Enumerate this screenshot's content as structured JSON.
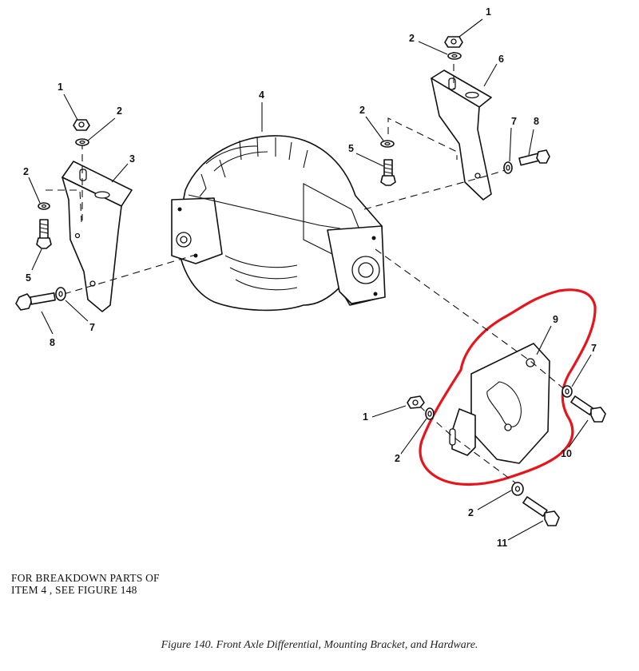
{
  "callouts": {
    "c1_top": "1",
    "c2_top": "2",
    "c6": "6",
    "c4": "4",
    "c1_left": "1",
    "c2_left": "2",
    "c3": "3",
    "c2_left_b": "2",
    "c5_left": "5",
    "c2_mid": "2",
    "c5_mid": "5",
    "c7_mid": "7",
    "c8_mid": "8",
    "c7_left": "7",
    "c8_left": "8",
    "c9": "9",
    "c7_right": "7",
    "c1_low": "1",
    "c2_low": "2",
    "c10": "10",
    "c2_bottom": "2",
    "c11": "11"
  },
  "note": {
    "line1": "FOR BREAKDOWN PARTS OF",
    "line2": "ITEM  4 , SEE FIGURE 148"
  },
  "caption": "Figure 140.  Front Axle Differential, Mounting Bracket, and Hardware.",
  "colors": {
    "highlight": "#e8141c",
    "ink": "#111111"
  }
}
